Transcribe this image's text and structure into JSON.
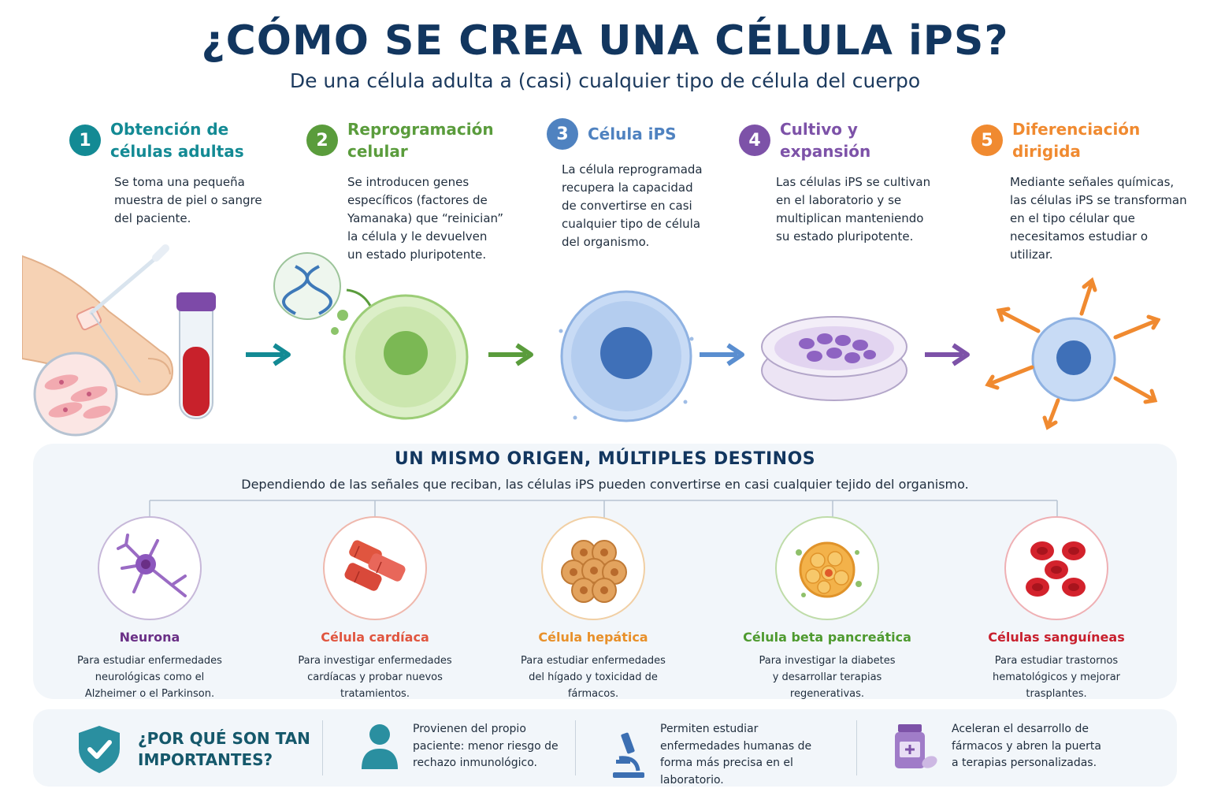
{
  "title": "¿CÓMO SE CREA UNA CÉLULA iPS?",
  "subtitle": "De una célula adulta a (casi) cualquier tipo de célula del cuerpo",
  "colors": {
    "teal": "#138a94",
    "green": "#5a9c3c",
    "blue": "#4f82c0",
    "purple": "#7d52a8",
    "orange": "#f08a30",
    "navy": "#12365f"
  },
  "steps": [
    {
      "num": "1",
      "title": "Obtención de células adultas",
      "desc": "Se toma una pequeña muestra de piel o sangre del paciente."
    },
    {
      "num": "2",
      "title": "Reprogramación celular",
      "desc": "Se introducen genes específicos (factores de Yamanaka) que “reinician” la célula y le devuelven un estado pluripotente."
    },
    {
      "num": "3",
      "title": "Célula iPS",
      "desc": "La célula reprogramada recupera la capacidad de convertirse en casi cualquier tipo de célula del organismo."
    },
    {
      "num": "4",
      "title": "Cultivo y expansión",
      "desc": "Las células iPS se cultivan en el laboratorio y se multiplican manteniendo su estado pluripotente."
    },
    {
      "num": "5",
      "title": "Diferenciación dirigida",
      "desc": "Mediante señales químicas, las células iPS se transforman en el tipo célular que necesitamos estudiar o utilizar."
    }
  ],
  "destinations_section": {
    "title": "UN MISMO ORIGEN, MÚLTIPLES DESTINOS",
    "subtitle": "Dependiendo de las señales que reciban, las células iPS pueden convertirse en casi cualquier tejido del organismo."
  },
  "destinations": [
    {
      "name": "Neurona",
      "desc": "Para estudiar enfermedades neurológicas como el Alzheimer o el Parkinson.",
      "color": "#6a2f86",
      "icon": "neuron-icon"
    },
    {
      "name": "Célula cardíaca",
      "desc": "Para investigar enfermedades cardíacas y probar nuevos tratamientos.",
      "color": "#e0553f",
      "icon": "cardiac-cell-icon"
    },
    {
      "name": "Célula hepática",
      "desc": "Para estudiar enfermedades del hígado y toxicidad de fármacos.",
      "color": "#e8902a",
      "icon": "liver-cell-icon"
    },
    {
      "name": "Célula beta pancreática",
      "desc": "Para investigar la diabetes y desarrollar terapias regenerativas.",
      "color": "#4e9a2f",
      "icon": "pancreatic-cell-icon"
    },
    {
      "name": "Células sanguíneas",
      "desc": "Para estudiar trastornos hematológicos y mejorar trasplantes.",
      "color": "#c8202e",
      "icon": "blood-cells-icon"
    }
  ],
  "importance": {
    "title": "¿POR QUÉ SON TAN IMPORTANTES?",
    "items": [
      {
        "text": "Provienen del propio paciente: menor riesgo de rechazo inmunológico.",
        "icon": "person-icon"
      },
      {
        "text": "Permiten estudiar enfermedades humanas de forma más precisa en el laboratorio.",
        "icon": "microscope-icon"
      },
      {
        "text": "Aceleran el desarrollo de fármacos y abren la puerta a terapias personalizadas.",
        "icon": "medicine-icon"
      }
    ]
  }
}
